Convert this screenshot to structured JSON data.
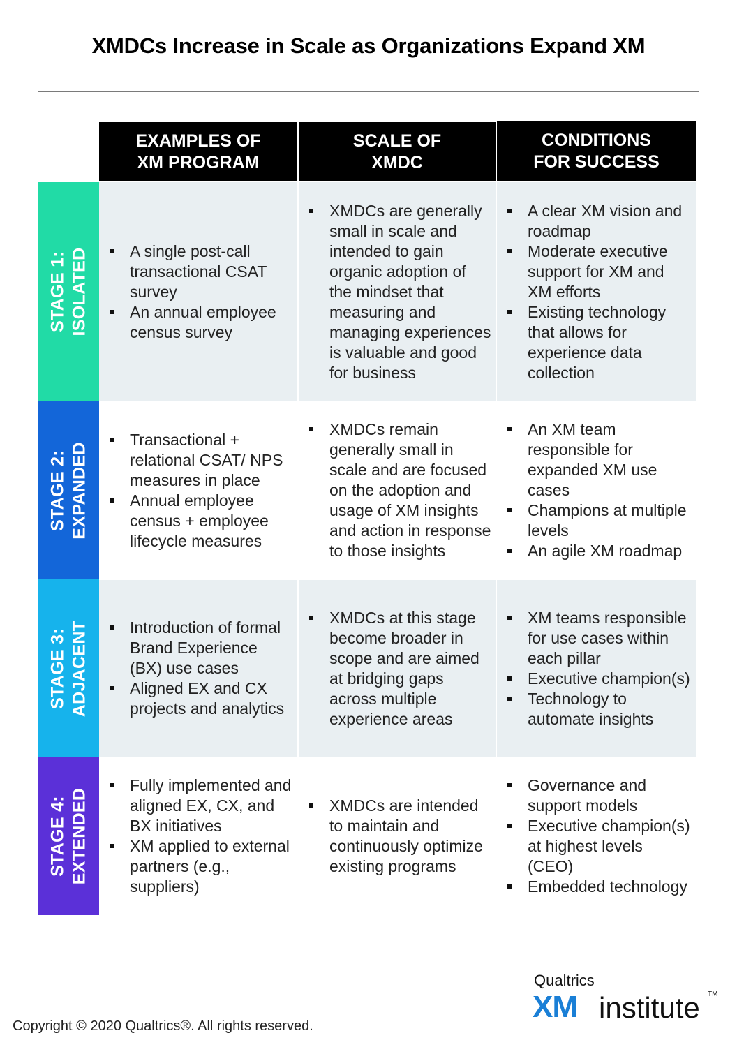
{
  "title": "XMDCs Increase in Scale as Organizations Expand XM",
  "headers": [
    "EXAMPLES OF\nXM PROGRAM",
    "SCALE OF\nXMDC",
    "CONDITIONS\nFOR SUCCESS"
  ],
  "stages": [
    {
      "label": "STAGE 1:\nISOLATED",
      "color": "#21dba6",
      "examples": [
        "A single post-call transactional CSAT survey",
        "An annual employee census survey"
      ],
      "scale": [
        "XMDCs are generally small in scale and intended to gain organic adoption of the mindset that measuring and managing experiences is valuable and good for business"
      ],
      "conditions": [
        "A clear XM vision and roadmap",
        "Moderate executive support for XM and XM efforts",
        "Existing technology that allows for experience data collection"
      ]
    },
    {
      "label": "STAGE 2:\nEXPANDED",
      "color": "#1366d9",
      "examples": [
        "Transactional + relational CSAT/ NPS measures in place",
        "Annual employee census + employee lifecycle measures"
      ],
      "scale": [
        "XMDCs remain generally small in scale and are focused on the adoption and usage of XM insights and action in response to those insights"
      ],
      "conditions": [
        "An XM team responsible for expanded XM use cases",
        "Champions at multiple levels",
        "An agile XM roadmap"
      ]
    },
    {
      "label": "STAGE 3:\nADJACENT",
      "color": "#16b3ec",
      "examples": [
        "Introduction of formal Brand Experience (BX) use cases",
        "Aligned EX and CX projects and analytics"
      ],
      "scale": [
        "XMDCs at this stage become broader in scope and are aimed at bridging gaps across multiple experience areas"
      ],
      "conditions": [
        "XM teams responsible for use cases within each pillar",
        "Executive champion(s)",
        "Technology to automate insights"
      ]
    },
    {
      "label": "STAGE 4:\nEXTENDED",
      "color": "#5b30d8",
      "examples": [
        "Fully implemented and aligned EX, CX, and BX initiatives",
        "XM applied to external partners (e.g., suppliers)"
      ],
      "scale": [
        "XMDCs are intended to maintain and continuously optimize existing programs"
      ],
      "conditions": [
        "Governance and support models",
        "Executive champion(s) at highest levels (CEO)",
        "Embedded technology"
      ]
    }
  ],
  "copyright": "Copyright © 2020 Qualtrics®.  All rights reserved.",
  "logo": {
    "company": "Qualtrics",
    "xm": "XM",
    "institute": "institute",
    "tm": "TM"
  }
}
